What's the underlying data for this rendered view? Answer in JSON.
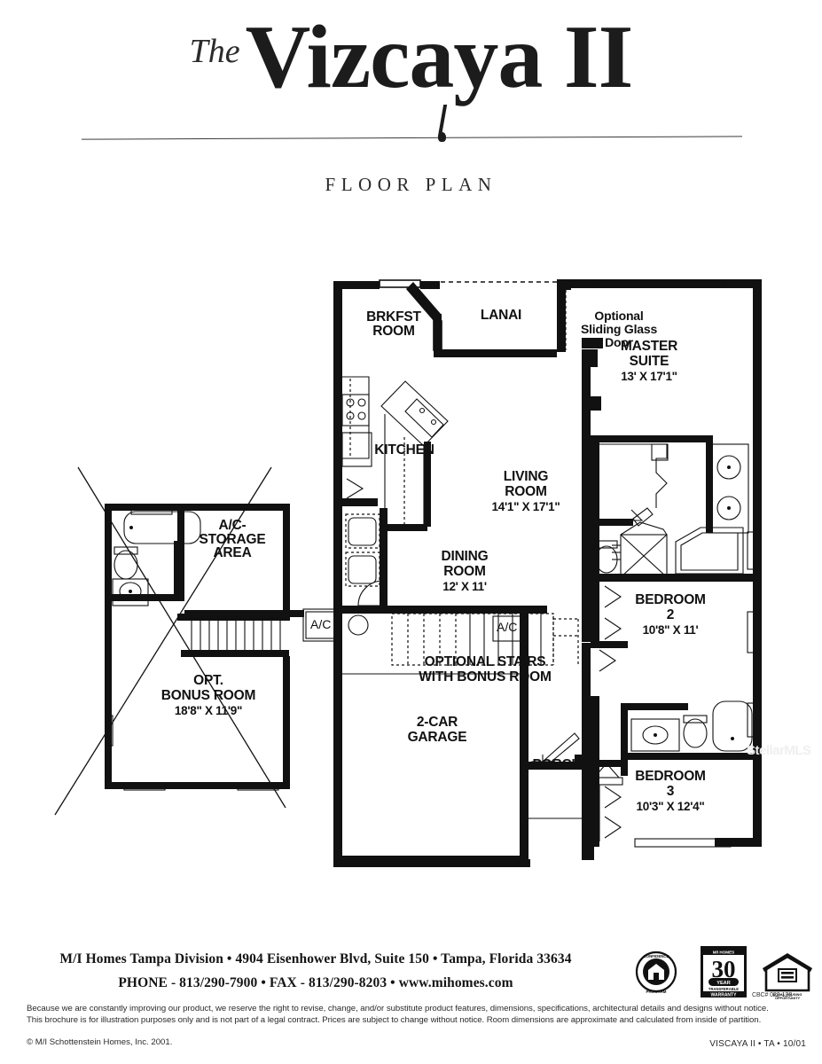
{
  "header": {
    "the": "The",
    "model": "Vizcaya II",
    "subtitle": "FLOOR PLAN"
  },
  "plan": {
    "watermark": "StellarMLS",
    "rooms": [
      {
        "id": "brkfst",
        "name": "BRKFST\nROOM",
        "dim": ""
      },
      {
        "id": "lanai",
        "name": "LANAI",
        "dim": ""
      },
      {
        "id": "kitchen",
        "name": "KITCHEN",
        "dim": ""
      },
      {
        "id": "living",
        "name": "LIVING\nROOM",
        "dim": "14'1\" X 17'1\""
      },
      {
        "id": "dining",
        "name": "DINING\nROOM",
        "dim": "12' X 11'"
      },
      {
        "id": "garage",
        "name": "2-CAR\nGARAGE",
        "dim": ""
      },
      {
        "id": "porch",
        "name": "PORCH",
        "dim": ""
      },
      {
        "id": "master",
        "name": "MASTER\nSUITE",
        "dim": "13' X 17'1\""
      },
      {
        "id": "bed2",
        "name": "BEDROOM\n2",
        "dim": "10'8\" X 11'"
      },
      {
        "id": "bed3",
        "name": "BEDROOM\n3",
        "dim": "10'3\" X 12'4\""
      },
      {
        "id": "acstore",
        "name": "A/C-\nSTORAGE\nAREA",
        "dim": ""
      },
      {
        "id": "bonus",
        "name": "OPT.\nBONUS ROOM",
        "dim": "18'8\" X 11'9\""
      }
    ],
    "labels": {
      "brkfst_l1": "BRKFST",
      "brkfst_l2": "ROOM",
      "lanai": "LANAI",
      "kitchen": "KITCHEN",
      "living_l1": "LIVING",
      "living_l2": "ROOM",
      "living_dim": "14'1\" X 17'1\"",
      "dining_l1": "DINING",
      "dining_l2": "ROOM",
      "dining_dim": "12' X 11'",
      "garage_l1": "2-CAR",
      "garage_l2": "GARAGE",
      "porch": "PORCH",
      "opt_sliding_l1": "Optional",
      "opt_sliding_l2": "Sliding Glass",
      "opt_sliding_l3": "Door",
      "master_l1": "MASTER",
      "master_l2": "SUITE",
      "master_dim": "13' X 17'1\"",
      "bed2_l1": "BEDROOM",
      "bed2_l2": "2",
      "bed2_dim": "10'8\" X 11'",
      "bed3_l1": "BEDROOM",
      "bed3_l2": "3",
      "bed3_dim": "10'3\" X 12'4\"",
      "acstore_l1": "A/C-",
      "acstore_l2": "STORAGE",
      "acstore_l3": "AREA",
      "bonus_l1": "OPT.",
      "bonus_l2": "BONUS ROOM",
      "bonus_dim": "18'8\" X 11'9\"",
      "stairs_l1": "OPTIONAL STAIRS",
      "stairs_l2": "WITH BONUS ROOM",
      "ac_left": "A/C",
      "ac_right": "A/C"
    }
  },
  "footer": {
    "address": "M/I Homes Tampa Division  •  4904 Eisenhower Blvd, Suite 150  •  Tampa, Florida 33634",
    "phone": "PHONE - 813/290-7900  •  FAX -  813/290-8203 •  www.mihomes.com",
    "disclaimer_line1": "Because we are constantly improving our product, we reserve the right to revise, change, and/or substitute product features, dimensions, specifications, architectural details and designs without notice.",
    "disclaimer_line2": "This brochure is for illustration purposes only and is not part of a legal contract. Prices are subject to change without notice. Room dimensions are approximate and calculated from inside of partition.",
    "copyright": "© M/I Schottenstein Homes, Inc.  2001.",
    "plan_code": "VISCAYA II • TA • 10/01",
    "license": "CBC# 022-128",
    "logos": {
      "confidence_top": "CONFIDENCE",
      "confidence_mid": "BUILDER",
      "confidence_bottom": "PROGRAM",
      "warranty_brand": "M/I HOMES",
      "warranty_number": "30",
      "warranty_year": "YEAR",
      "warranty_transferable": "TRANSFERABLE",
      "warranty_word": "WARRANTY",
      "equal_l1": "EQUAL HOUSING",
      "equal_l2": "OPPORTUNITY"
    }
  }
}
